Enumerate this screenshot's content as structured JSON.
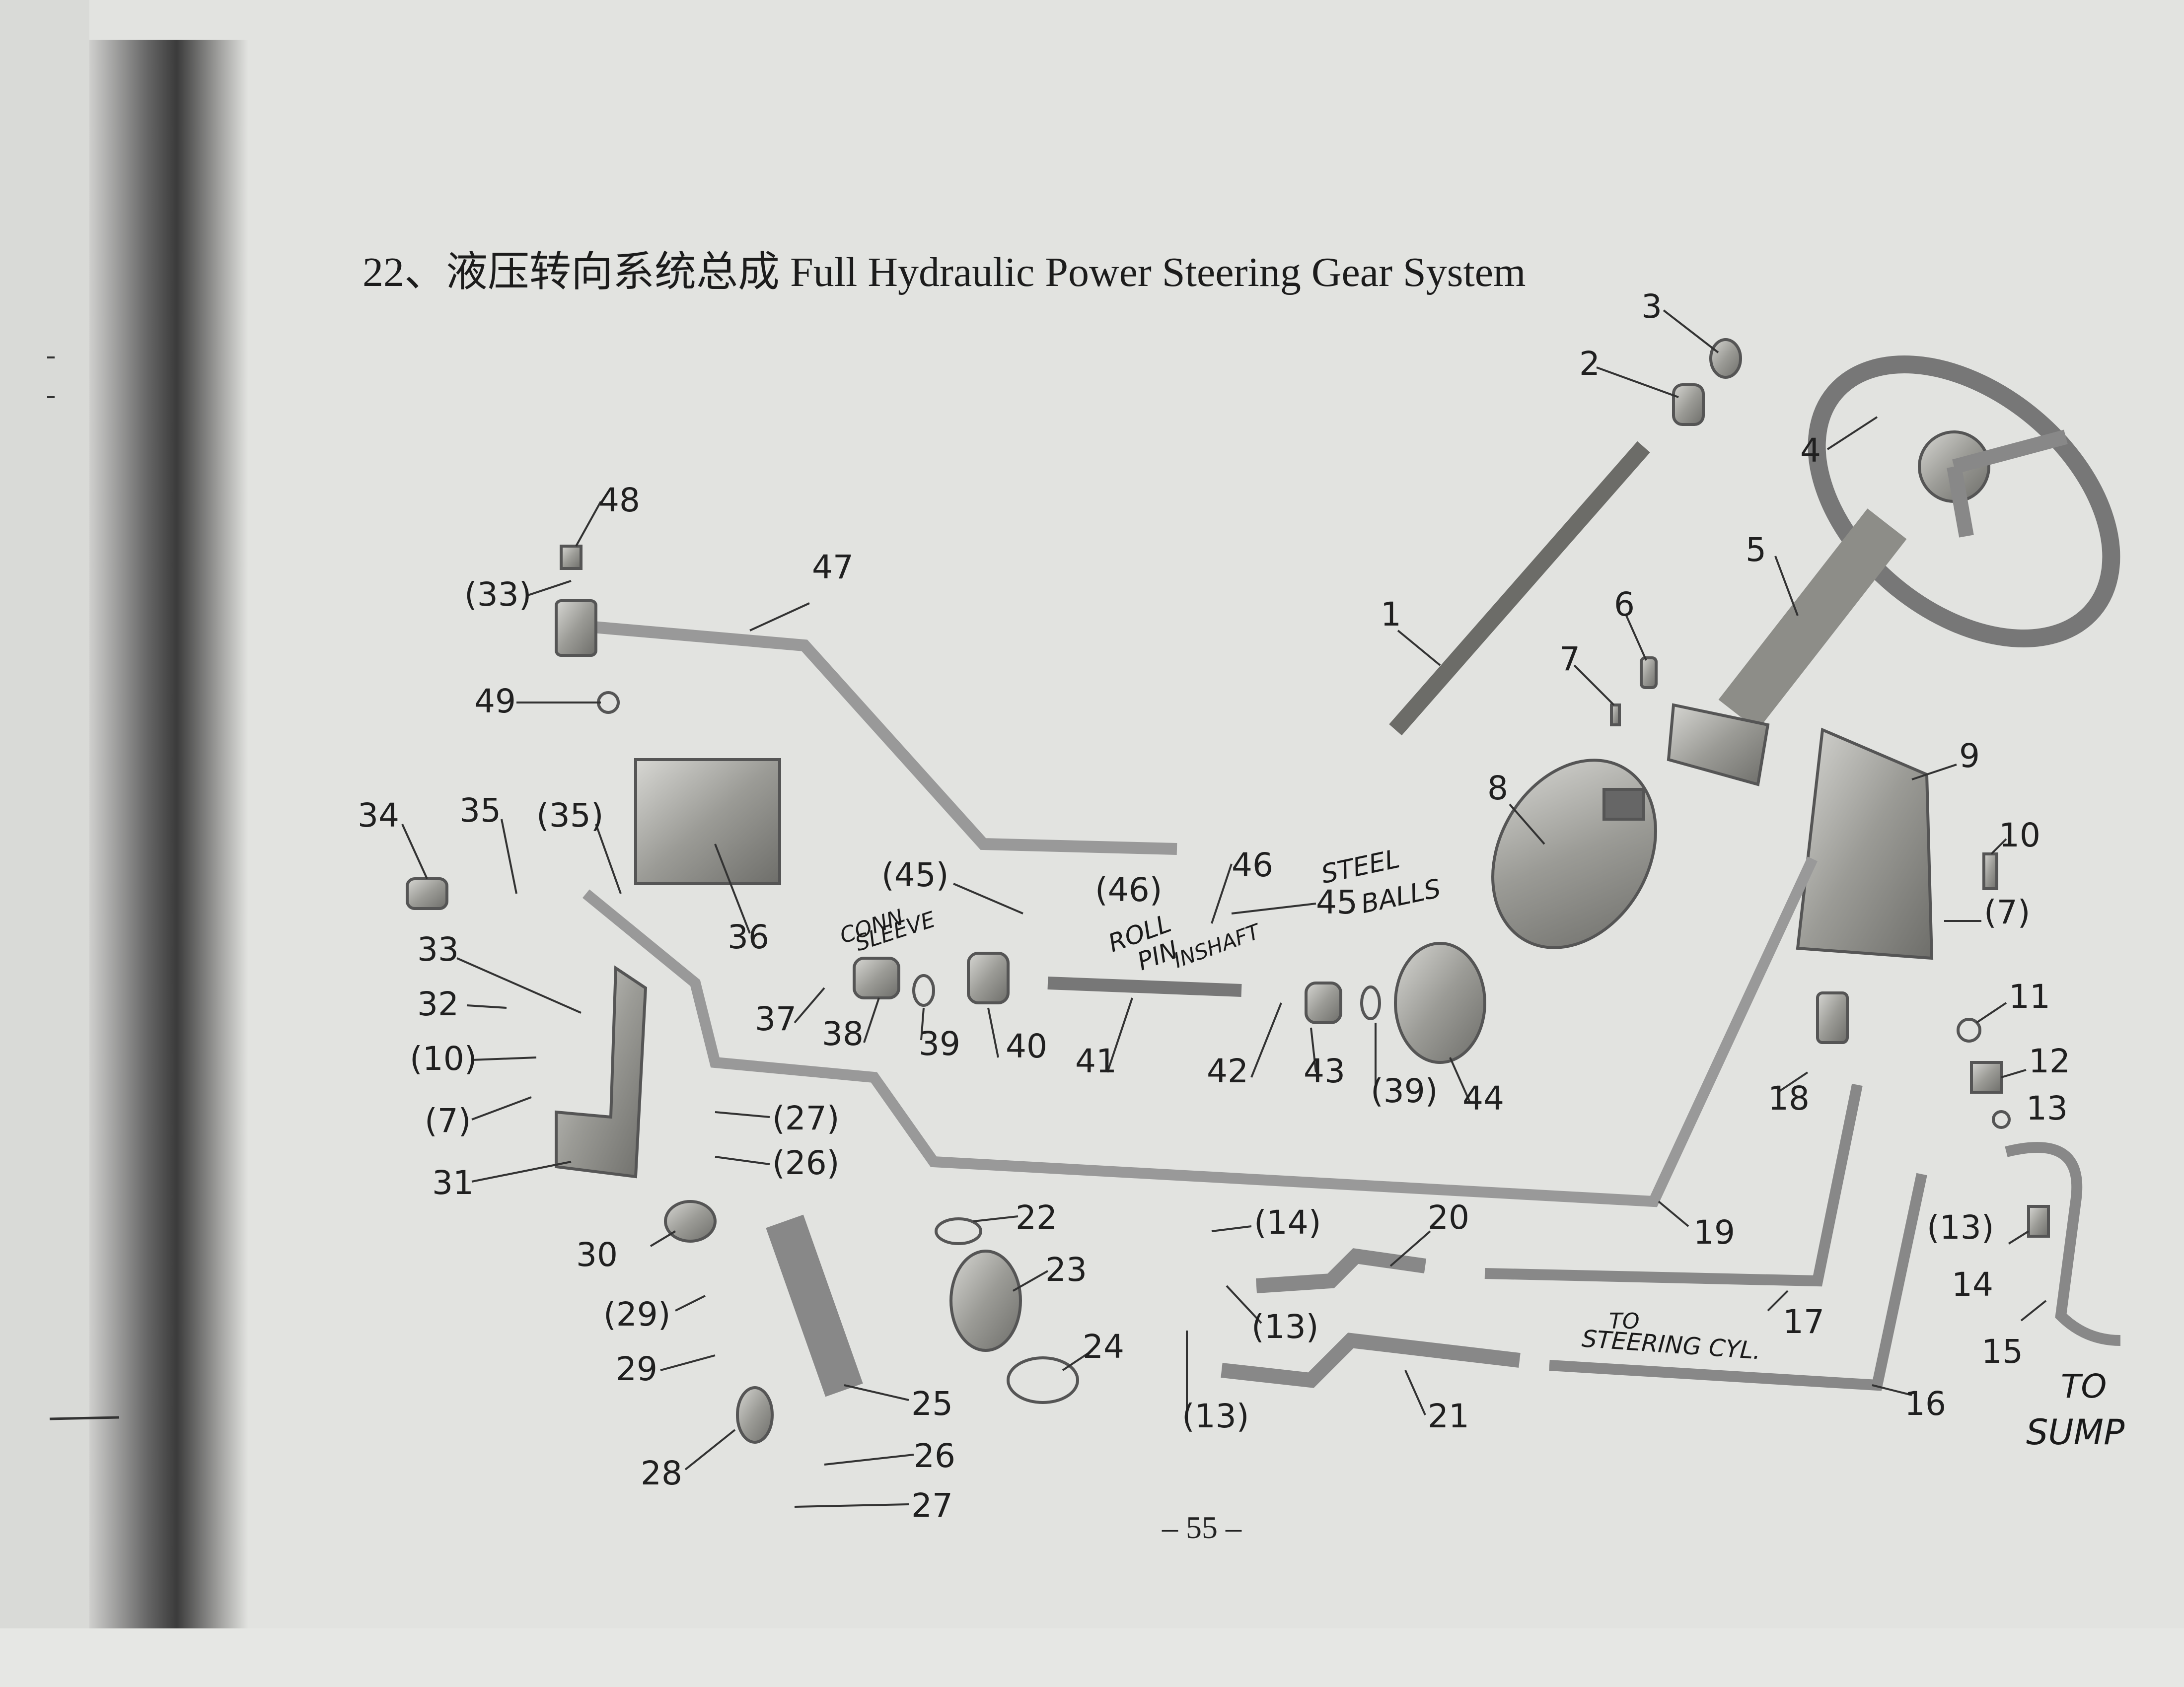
{
  "title": "22、液压转向系统总成 Full Hydraulic Power Steering Gear System",
  "page_number": "– 55 –",
  "callouts": {
    "c1": "1",
    "c2": "2",
    "c3": "3",
    "c4": "4",
    "c5": "5",
    "c6": "6",
    "c7": "7",
    "c8": "8",
    "c9": "9",
    "c10": "10",
    "c7p": "(7)",
    "c11": "11",
    "c12": "12",
    "c13": "13",
    "c13p_a": "(13)",
    "c14": "14",
    "c15": "15",
    "c16": "16",
    "c17": "17",
    "c18": "18",
    "c19": "19",
    "c20": "20",
    "c21": "21",
    "c14p": "(14)",
    "c13p_b": "(13)",
    "c13p_c": "(13)",
    "c22": "22",
    "c23": "23",
    "c24": "24",
    "c25": "25",
    "c26": "26",
    "c27": "27",
    "c26p": "(26)",
    "c27p": "(27)",
    "c28": "28",
    "c29": "29",
    "c29p": "(29)",
    "c30": "30",
    "c31": "31",
    "c7p_b": "(7)",
    "c10p": "(10)",
    "c32": "32",
    "c33": "33",
    "c34": "34",
    "c35": "35",
    "c35p": "(35)",
    "c36": "36",
    "c37": "37",
    "c38": "38",
    "c39": "39",
    "c40": "40",
    "c41": "41",
    "c42": "42",
    "c43": "43",
    "c39p": "(39)",
    "c44": "44",
    "c45p": "(45)",
    "c46p": "(46)",
    "c46": "46",
    "c45": "45",
    "c47": "47",
    "c33p": "(33)",
    "c48": "48",
    "c49": "49"
  },
  "handwritten": {
    "conn_sleeve_1": "CONN",
    "conn_sleeve_2": "SLEEVE",
    "roll_pin_1": "ROLL",
    "roll_pin_2": "PIN",
    "inshaft": "INSHAFT",
    "steel_balls_1": "STEEL",
    "steel_balls_2": "BALLS",
    "to_steering_1": "TO",
    "to_steering_2": "STEERING CYL.",
    "to_sump_1": "TO",
    "to_sump_2": "SUMP"
  }
}
